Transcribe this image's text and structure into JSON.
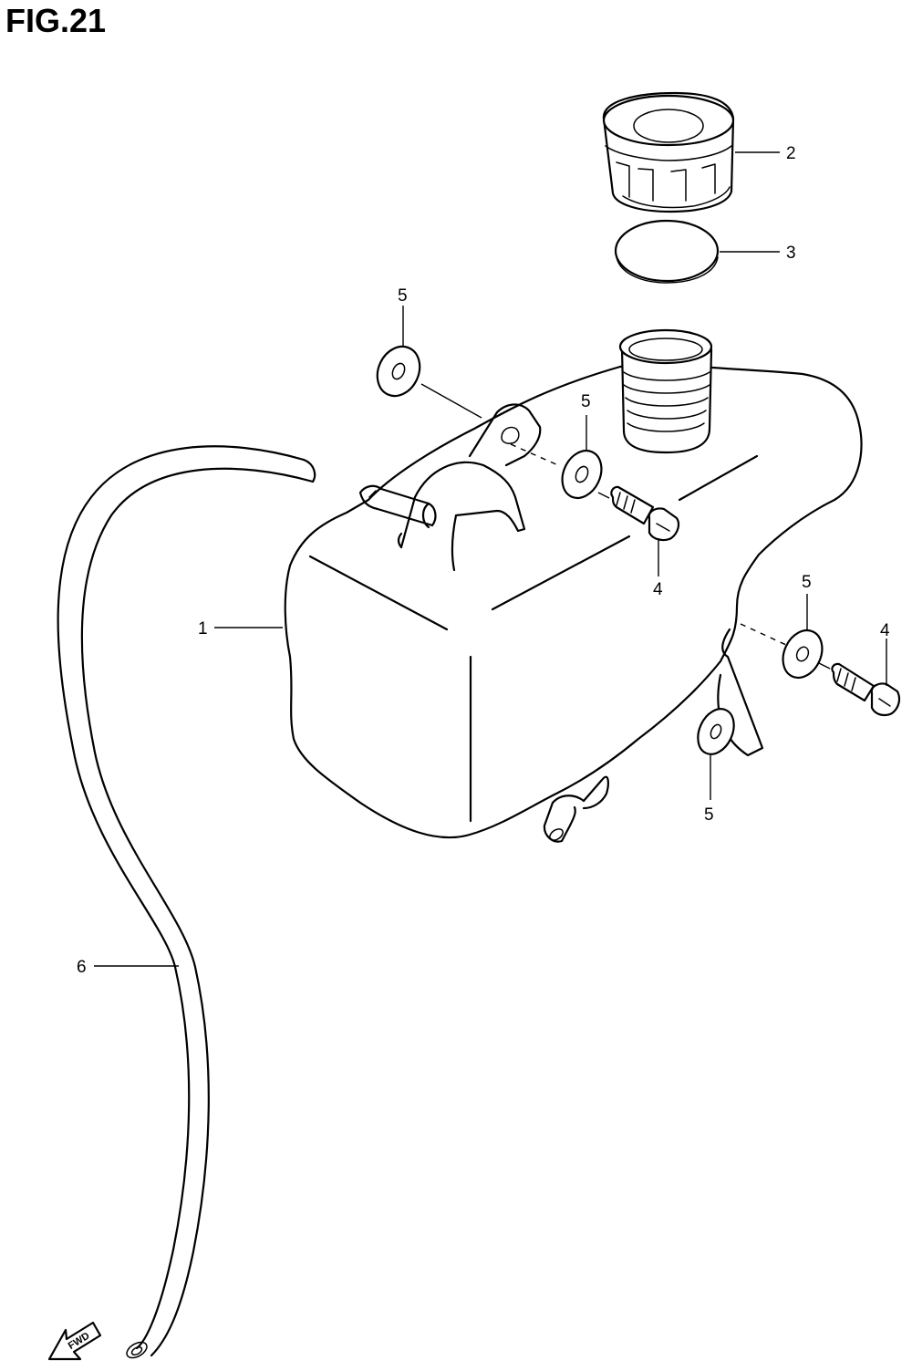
{
  "figure": {
    "title": "FIG.21",
    "direction_label": "FWD"
  },
  "parts": [
    {
      "id": "tank",
      "callout": "1",
      "icon": "reservoir-tank"
    },
    {
      "id": "cap",
      "callout": "2",
      "icon": "filler-cap"
    },
    {
      "id": "gasket",
      "callout": "3",
      "icon": "cap-gasket"
    },
    {
      "id": "bolt-upper",
      "callout": "4",
      "icon": "bolt"
    },
    {
      "id": "bolt-right",
      "callout": "4",
      "icon": "bolt"
    },
    {
      "id": "washer-upper-left",
      "callout": "5",
      "icon": "washer"
    },
    {
      "id": "washer-upper-mid",
      "callout": "5",
      "icon": "washer"
    },
    {
      "id": "washer-right",
      "callout": "5",
      "icon": "washer"
    },
    {
      "id": "washer-lower-right",
      "callout": "5",
      "icon": "washer"
    },
    {
      "id": "hose",
      "callout": "6",
      "icon": "hose"
    }
  ]
}
